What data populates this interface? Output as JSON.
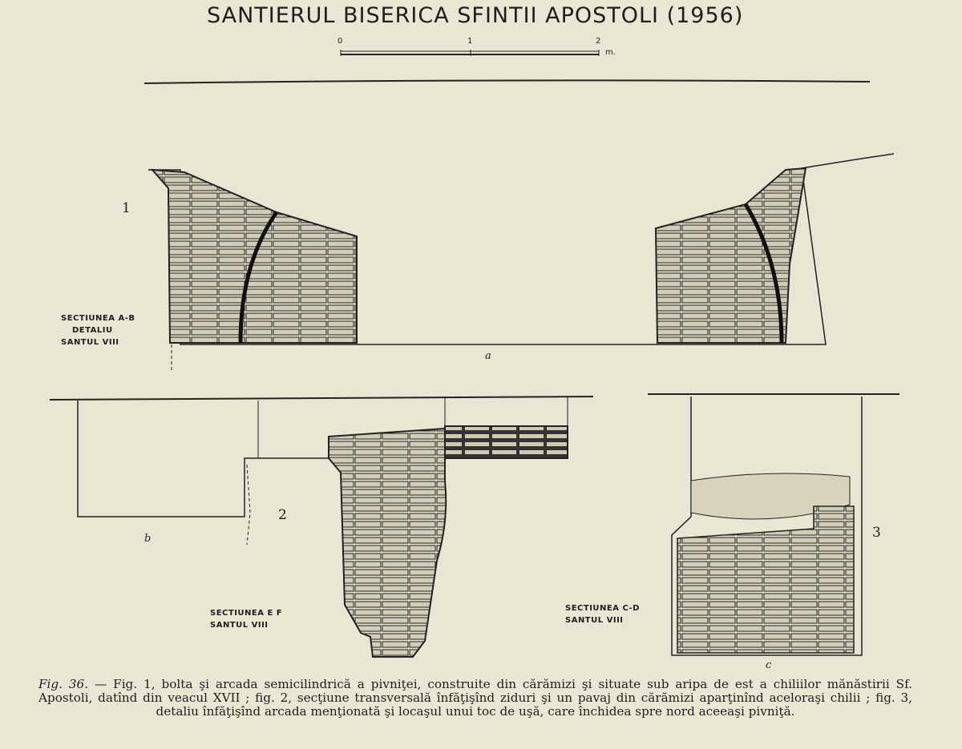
{
  "title": "SANTIERUL BISERICA SFINTII APOSTOLI (1956)",
  "scale": {
    "ticks": [
      "0",
      "1",
      "2"
    ],
    "unit": "m."
  },
  "figures": [
    {
      "number": "1",
      "letter": "a",
      "label_lines": [
        "SECTIUNEA A-B",
        "DETALIU",
        "SANTUL VIII"
      ]
    },
    {
      "number": "2",
      "letter": "b",
      "label_lines": [
        "SECTIUNEA E F",
        "SANTUL VIII"
      ]
    },
    {
      "number": "3",
      "letter": "c",
      "label_lines": [
        "SECTIUNEA C-D",
        "SANTUL VIII"
      ]
    }
  ],
  "caption": {
    "fig_ref": "Fig. 36.",
    "text": " — Fig. 1, bolta şi arcada semicilindrică a pivniţei, construite din cărămizi şi situate sub aripa de est a chiliilor mănăstirii Sf. Apostoli, datînd din veacul XVII ; fig. 2, secţiune transversală înfăţişînd ziduri şi un pavaj din cărămizi aparţinînd aceloraşi chilii ; fig. 3, detaliu înfăţişînd arcada menţionată şi locaşul unui toc de uşă, care închidea spre nord aceeaşi pivniţă."
  }
}
